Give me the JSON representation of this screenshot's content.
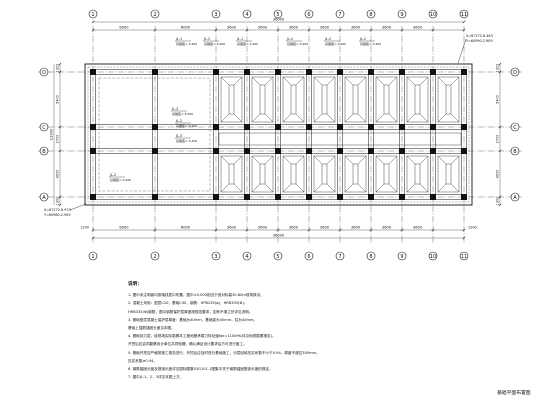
{
  "drawing": {
    "axis_numbers": [
      "1",
      "2",
      "3",
      "4",
      "5",
      "6",
      "7",
      "8",
      "9",
      "10",
      "11"
    ],
    "axis_letters": [
      "D",
      "C",
      "B",
      "A"
    ],
    "overall_length": "36000",
    "overall_depth": "12900",
    "bay_spacings_top": [
      "6000",
      "6000",
      "3600",
      "3600",
      "3600",
      "3600",
      "3600",
      "3600",
      "3600"
    ],
    "bay_spacings_bottom": [
      "6000",
      "6000",
      "3600",
      "3600",
      "3600",
      "3600",
      "3600",
      "3600",
      "3600"
    ],
    "edge_offsets": [
      "1200",
      "1200"
    ],
    "row_spacings_left": [
      "1300",
      "5400",
      "2700",
      "4500",
      "1300"
    ],
    "row_spacings_right": [
      "1300",
      "5400",
      "2700",
      "4500",
      "1300"
    ],
    "coord_top_right": [
      "X=87272.6.483",
      "Y=60990.2.909"
    ],
    "coord_bottom_left": [
      "X=87272.6.974",
      "Y=60980.2.909"
    ],
    "jl_labels": [
      {
        "name": "JL-1",
        "elev": "基础底=-3.200"
      },
      {
        "name": "JL-2",
        "elev": "基础底=-3.200"
      },
      {
        "name": "JL-1",
        "elev": "基础底=-3.200"
      },
      {
        "name": "JL-2",
        "elev": "基础底=-3.200"
      },
      {
        "name": "JL-2",
        "elev": "基础底=-3.200"
      },
      {
        "name": "JL-2",
        "elev": "基础底=-3.200"
      },
      {
        "name": "JL-3",
        "elev": "基础底=-3.200"
      },
      {
        "name": "JL-2",
        "elev": "基础底=-3.200"
      },
      {
        "name": "JL-3",
        "elev": "基础底=-3.200"
      },
      {
        "name": "JL-2",
        "elev": "基础底=-3.200"
      }
    ]
  },
  "notes": {
    "heading": "说明：",
    "lines": [
      "1. 图中未注明者均按轴线居中布置。图中±0.000相当于绝对标高30.80m现场核对。",
      "2. 混凝土采用：垫层C20，基础C30，钢筋：HPB235(φ)，HRB335(Φ)。",
      "   HRB335(Φ)钢筋，图中钢筋保护层厚度按规范要求，如有不清之处详见说明。",
      "3. 基础垫层混凝土保护层厚度：基础为40mm，基础梁为40mm，柱为40mm。",
      "   基础上插筋锚固长度见本图。",
      "4. 基础持力层，经现场实际勘察本工程地基承载力特征值fak=110kPa(详见地质勘察报告)。",
      "   开挖后应会同勘察设计单位共同验槽，确认满足设计要求后方可进行施工。",
      "5. 基础开挖应严格按施工规范进行，开挖后应及时进行基础施工，分层回填压实系数不小于0.94，厚度不超过300mm。",
      "   压实系数≥0.94。",
      "6. 钢筋锚固长度及搭接长度详见国标图集03G101-1图集中关于钢筋锚固搭接长度的规定。",
      "7. 图中JL-1、2、3详见本图上方。"
    ]
  },
  "sheet_title": "基础平面布置图"
}
